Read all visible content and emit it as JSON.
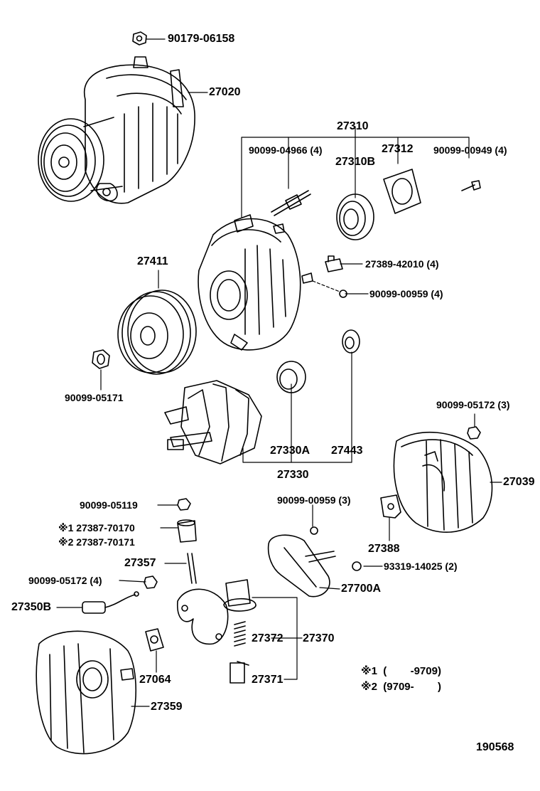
{
  "parts": {
    "p90179_06158": "90179-06158",
    "p27020": "27020",
    "p27310": "27310",
    "p90099_04966": "90099-04966 (4)",
    "p27312": "27312",
    "p90099_00949": "90099-00949 (4)",
    "p27310B": "27310B",
    "p27411": "27411",
    "p27389_42010": "27389-42010 (4)",
    "p90099_00959_4": "90099-00959 (4)",
    "p90099_05171": "90099-05171",
    "p90099_05172_3": "90099-05172 (3)",
    "p27330A": "27330A",
    "p27443": "27443",
    "p27330": "27330",
    "p27039": "27039",
    "p90099_05119": "90099-05119",
    "p90099_00959_3": "90099-00959 (3)",
    "p27387_70170": "※1  27387-70170",
    "p27387_70171": "※2  27387-70171",
    "p27388": "27388",
    "p93319_14025": "93319-14025 (2)",
    "p27357": "27357",
    "p90099_05172_4": "90099-05172 (4)",
    "p27700A": "27700A",
    "p27350B": "27350B",
    "p27372": "27372",
    "p27370": "27370",
    "p27064": "27064",
    "p27371": "27371",
    "p27359": "27359"
  },
  "notes": {
    "note1": "※1  (        -9709)",
    "note2": "※2  (9709-        )"
  },
  "diagram_id": "190568"
}
